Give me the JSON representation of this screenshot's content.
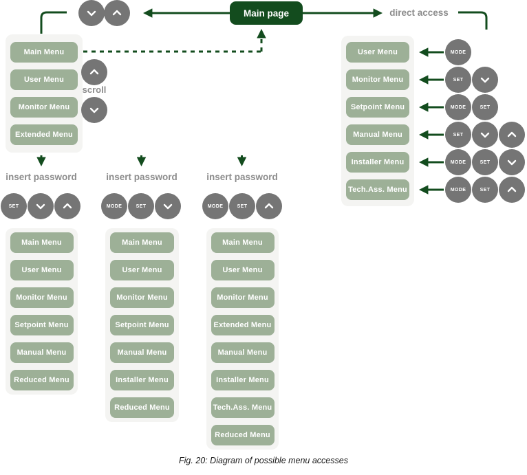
{
  "colors": {
    "accent_green": "#134c1e",
    "menu_button_green": "#9db097",
    "key_circle_gray": "#757575",
    "panel_background": "#f4f4f2",
    "label_gray": "#8c8c8c"
  },
  "header": {
    "main_page": "Main page",
    "direct_access": "direct access",
    "scroll": "scroll"
  },
  "keys": {
    "mode": "MODE",
    "set": "SET"
  },
  "icons": {
    "chevron_down": "⌄",
    "chevron_up": "⌃",
    "arrow_left": "←",
    "arrow_right": "→",
    "arrow_up": "↑",
    "arrow_down": "↓"
  },
  "scroll_menu": {
    "items": [
      "Main Menu",
      "User Menu",
      "Monitor Menu",
      "Extended Menu"
    ]
  },
  "direct_access_menu": {
    "items": [
      "User Menu",
      "Monitor Menu",
      "Setpoint Menu",
      "Manual Menu",
      "Installer Menu",
      "Tech.Ass. Menu"
    ],
    "key_sequences": [
      [
        "MODE"
      ],
      [
        "SET",
        "chevron-down"
      ],
      [
        "MODE",
        "SET"
      ],
      [
        "SET",
        "chevron-down",
        "chevron-up"
      ],
      [
        "MODE",
        "SET",
        "chevron-down"
      ],
      [
        "MODE",
        "SET",
        "chevron-up"
      ]
    ]
  },
  "password_columns": [
    {
      "label": "insert password",
      "key_sequence": [
        "SET",
        "chevron-down",
        "chevron-up"
      ],
      "items": [
        "Main Menu",
        "User Menu",
        "Monitor Menu",
        "Setpoint Menu",
        "Manual Menu",
        "Reduced Menu"
      ]
    },
    {
      "label": "insert password",
      "key_sequence": [
        "MODE",
        "SET",
        "chevron-down"
      ],
      "items": [
        "Main Menu",
        "User Menu",
        "Monitor Menu",
        "Setpoint Menu",
        "Manual Menu",
        "Installer Menu",
        "Reduced Menu"
      ]
    },
    {
      "label": "insert password",
      "key_sequence": [
        "MODE",
        "SET",
        "chevron-up"
      ],
      "items": [
        "Main Menu",
        "User Menu",
        "Monitor Menu",
        "Extended Menu",
        "Manual Menu",
        "Installer Menu",
        "Tech.Ass. Menu",
        "Reduced Menu"
      ]
    }
  ],
  "caption": "Fig. 20: Diagram of possible menu accesses"
}
